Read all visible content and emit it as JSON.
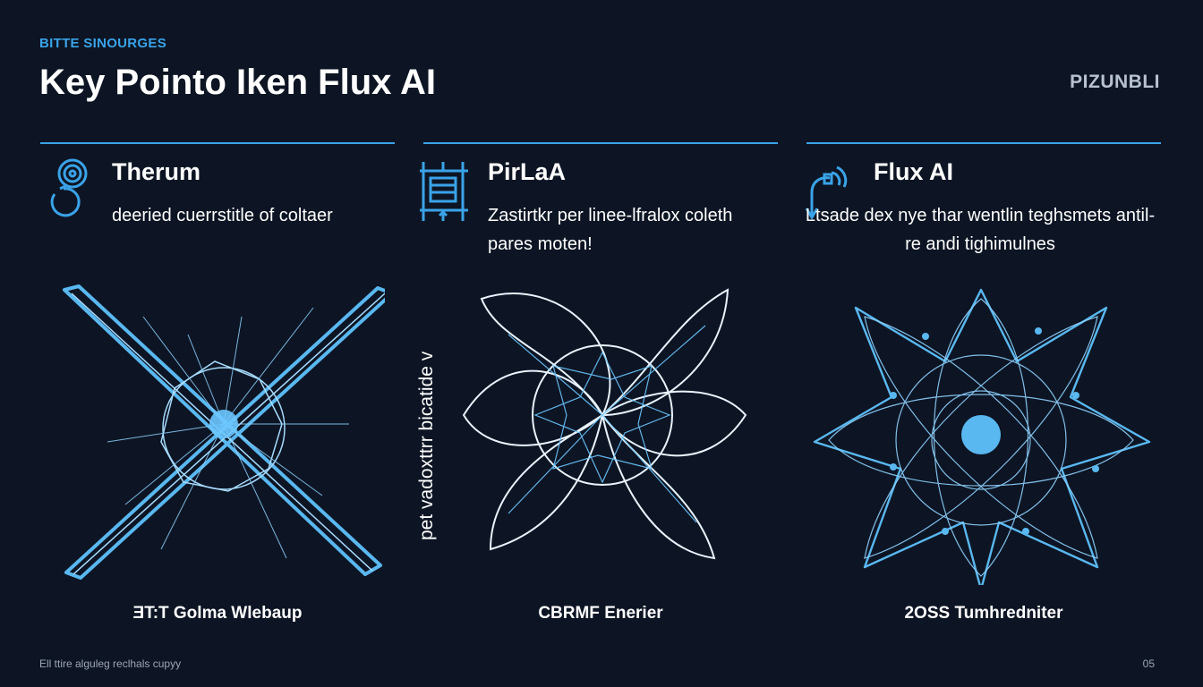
{
  "header": {
    "eyebrow": "BITTE SINOURGES",
    "title": "Key Pointo Iken Flux AI",
    "brand": "PIZUNBLI"
  },
  "columns": [
    {
      "icon": "concentric-circles-icon",
      "title": "Therum",
      "description": "deeried cuerrstitle of coltaer",
      "caption": "ƎT:T Golma Wlebaup"
    },
    {
      "icon": "ladder-frame-icon",
      "title": "PirLaA",
      "description": "Zastirtkr per linee-lfralox coleth pares moten!",
      "caption": "CBRMF Enerier",
      "vertical_label": "pet vadoxttrr bicatide v"
    },
    {
      "icon": "curved-arrow-icon",
      "title": "Flux AI",
      "description": "Ltsade dex nye thar wentlin teghsmets antil-re andi tighimulnes",
      "caption": "2OSS Tumhredniter"
    }
  ],
  "footer": {
    "text": "Ell ttire alguleg reclhals cupyy",
    "page": "05"
  },
  "colors": {
    "background": "#0d1524",
    "accent": "#3aa3e8",
    "text": "#ffffff"
  }
}
